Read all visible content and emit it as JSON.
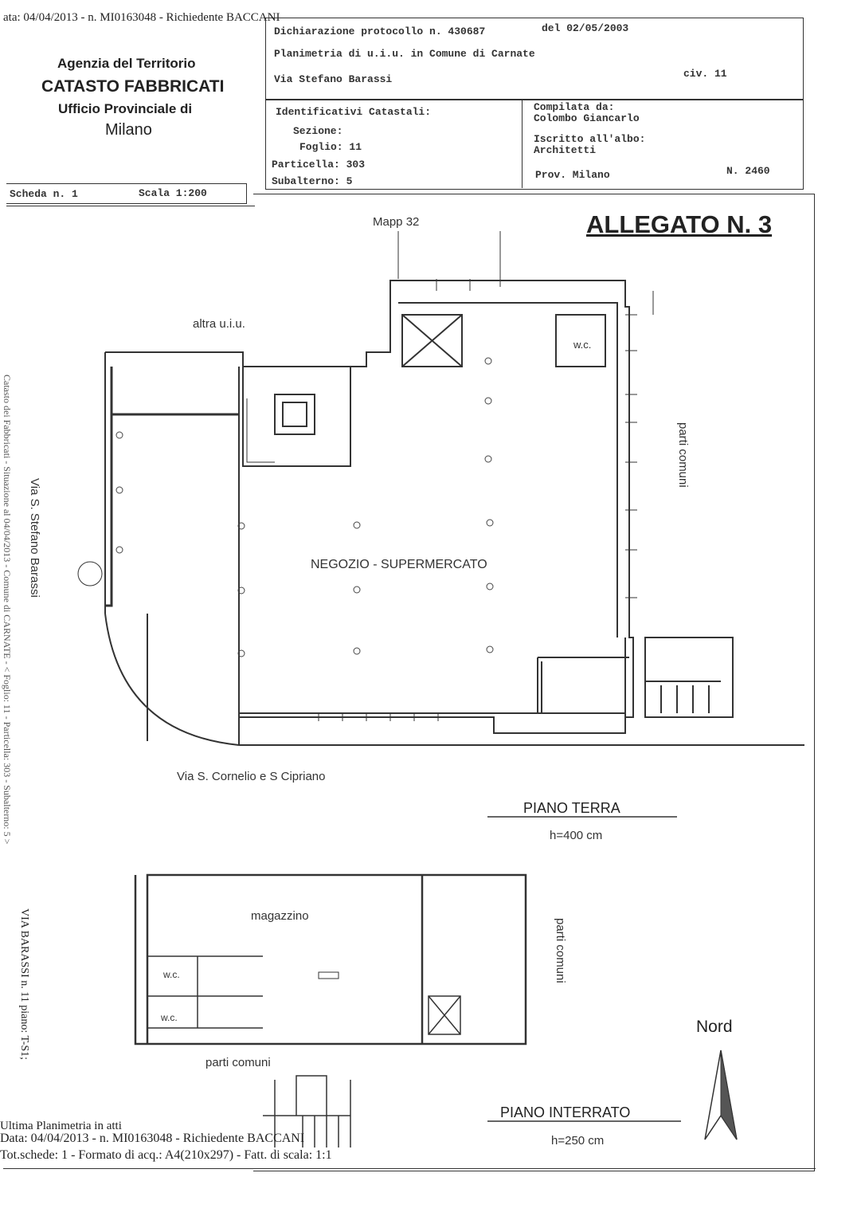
{
  "top_line": "ata: 04/04/2013 - n. MI0163048 - Richiedente BACCANI",
  "agency": {
    "line1": "Agenzia del Territorio",
    "line2": "CATASTO FABBRICATI",
    "line3": "Ufficio Provinciale di",
    "line4": "Milano"
  },
  "header": {
    "declaration": "Dichiarazione protocollo n. 430687",
    "date": "del 02/05/2003",
    "plan": "Planimetria di u.i.u. in Comune di Carnate",
    "street": "Via Stefano Barassi",
    "civic": "civ. 11"
  },
  "identifiers": {
    "title": "Identificativi Catastali:",
    "sezione": "Sezione:",
    "foglio": "Foglio: 11",
    "particella": "Particella: 303",
    "subalterno": "Subalterno: 5"
  },
  "compiler": {
    "label": "Compilata da:",
    "name": "Colombo Giancarlo",
    "albo_label": "Iscritto all'albo:",
    "albo": "Architetti",
    "prov": "Prov. Milano",
    "number": "N. 2460"
  },
  "scheda": "Scheda n. 1",
  "scala": "Scala 1:200",
  "plan": {
    "mapp": "Mapp 32",
    "allegato": "ALLEGATO N. 3",
    "altra": "altra u.i.u.",
    "wc_top": "w.c.",
    "parti_comuni_right": "parti comuni",
    "street_left": "Via S. Stefano Barassi",
    "main_room": "NEGOZIO - SUPERMERCATO",
    "street_bottom": "Via S. Cornelio e S Cipriano",
    "floor1": "PIANO TERRA",
    "floor1_h": "h=400 cm",
    "magazzino": "magazzino",
    "wc1": "w.c.",
    "wc2": "w.c.",
    "parti_comuni_b": "parti comuni",
    "parti_comuni_b_right": "parti comuni",
    "nord": "Nord",
    "floor2": "PIANO INTERRATO",
    "floor2_h": "h=250 cm"
  },
  "side_text": {
    "line1": "Catasto dei Fabbricati - Situazione al 04/04/2013 - Comune di CARNATE - < Foglio: 11 - Particella: 303 - Subalterno: 5 >",
    "line2": "VIA BARASSI n. 11 piano: T-S1;"
  },
  "footer": {
    "line1": "Ultima Planimetria in atti",
    "line2": "Data: 04/04/2013 - n. MI0163048 - Richiedente BACCANI",
    "line3": "Tot.schede: 1 - Formato di acq.: A4(210x297) - Fatt. di scala: 1:1"
  }
}
